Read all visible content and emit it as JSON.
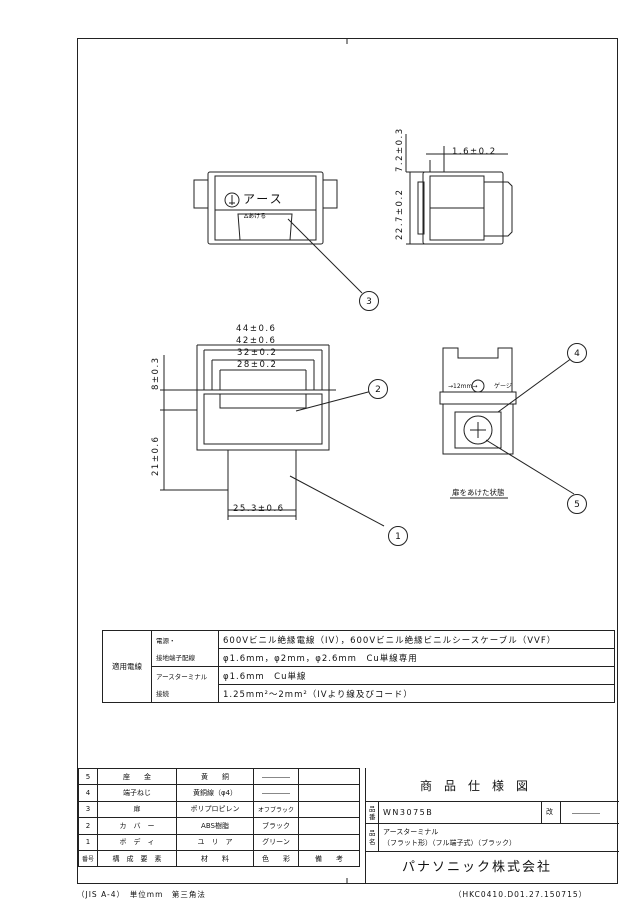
{
  "top_view": {
    "earth_label": "アース",
    "open_label": "Δあける"
  },
  "side_view": {
    "dim_h1": "7.2±0.3",
    "dim_h2": "22.7±0.2",
    "dim_w": "1.6±0.2"
  },
  "front_view": {
    "dims_top": [
      "44±0.6",
      "42±0.6",
      "32±0.2",
      "28±0.2"
    ],
    "dim_left1": "8±0.3",
    "dim_left2": "21±0.6",
    "dim_bottom": "25.3±0.6"
  },
  "open_view": {
    "label_left": "→12mm→",
    "label_right": "ゲージ",
    "caption": "扉をあけた状態"
  },
  "callouts": [
    "1",
    "2",
    "3",
    "4",
    "5"
  ],
  "spec_table": {
    "group_label": "適用電線",
    "rows": [
      {
        "label": "電源・",
        "value": "600Vビニル絶縁電線（IV），600Vビニル絶縁ビニルシースケーブル（VVF）"
      },
      {
        "label": "接地端子配線",
        "value": "φ1.6mm，φ2mm，φ2.6mm　Cu単線専用"
      },
      {
        "label": "アースターミナル",
        "value": "φ1.6mm　Cu単線"
      },
      {
        "label": "接続",
        "value": "1.25mm²～2mm²（IVより線及びコード）"
      }
    ]
  },
  "parts_table": {
    "rows": [
      {
        "no": "5",
        "name": "座　　金",
        "material": "黄　　銅",
        "color": "――――",
        "note": ""
      },
      {
        "no": "4",
        "name": "端子ねじ",
        "material": "黄銅線（φ4）",
        "color": "――――",
        "note": ""
      },
      {
        "no": "3",
        "name": "扉",
        "material": "ポリプロピレン",
        "color": "オフブラック",
        "note": ""
      },
      {
        "no": "2",
        "name": "カ　バ　ー",
        "material": "ABS樹脂",
        "color": "ブラック",
        "note": ""
      },
      {
        "no": "1",
        "name": "ボ　デ　ィ",
        "material": "ユ　リ　ア",
        "color": "グリーン",
        "note": ""
      }
    ],
    "header": {
      "no": "番号",
      "name": "構　成　要　素",
      "material": "材　　料",
      "color": "色　　彩",
      "note": "備　　考"
    }
  },
  "title_block": {
    "title": "商　品　仕　様　図",
    "part_no_label": "品番",
    "part_no": "WN3075B",
    "rev_label": "改",
    "rev_value": "――――",
    "name_label": "品名",
    "name_line1": "アースターミナル",
    "name_line2": "（フラット形）（フル端子式）（ブラック）",
    "company": "パナソニック株式会社"
  },
  "footer": {
    "left": "（JIS A-4）　単位mm　第三角法",
    "right": "（HKC0410.D01.27.150715）"
  }
}
